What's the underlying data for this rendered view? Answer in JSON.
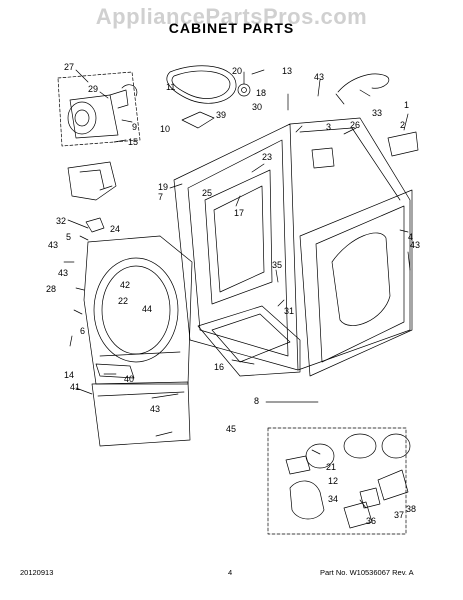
{
  "watermark": "AppliancePartsPros.com",
  "title": "CABINET PARTS",
  "callouts": [
    "27",
    "29",
    "9",
    "15",
    "32",
    "5",
    "20",
    "18",
    "13",
    "43",
    "11",
    "30",
    "10",
    "39",
    "3",
    "33",
    "1",
    "26",
    "19",
    "7",
    "25",
    "23",
    "17",
    "2",
    "4",
    "24",
    "43",
    "28",
    "42",
    "22",
    "44",
    "6",
    "14",
    "40",
    "41",
    "43",
    "43",
    "43",
    "35",
    "31",
    "16",
    "8",
    "45",
    "21",
    "12",
    "34",
    "36",
    "37",
    "38"
  ],
  "footer": {
    "date": "20120913",
    "page": "4",
    "part_no": "Part No. W10536067  Rev. A"
  },
  "colors": {
    "line": "#000000",
    "watermark": "#969696"
  }
}
